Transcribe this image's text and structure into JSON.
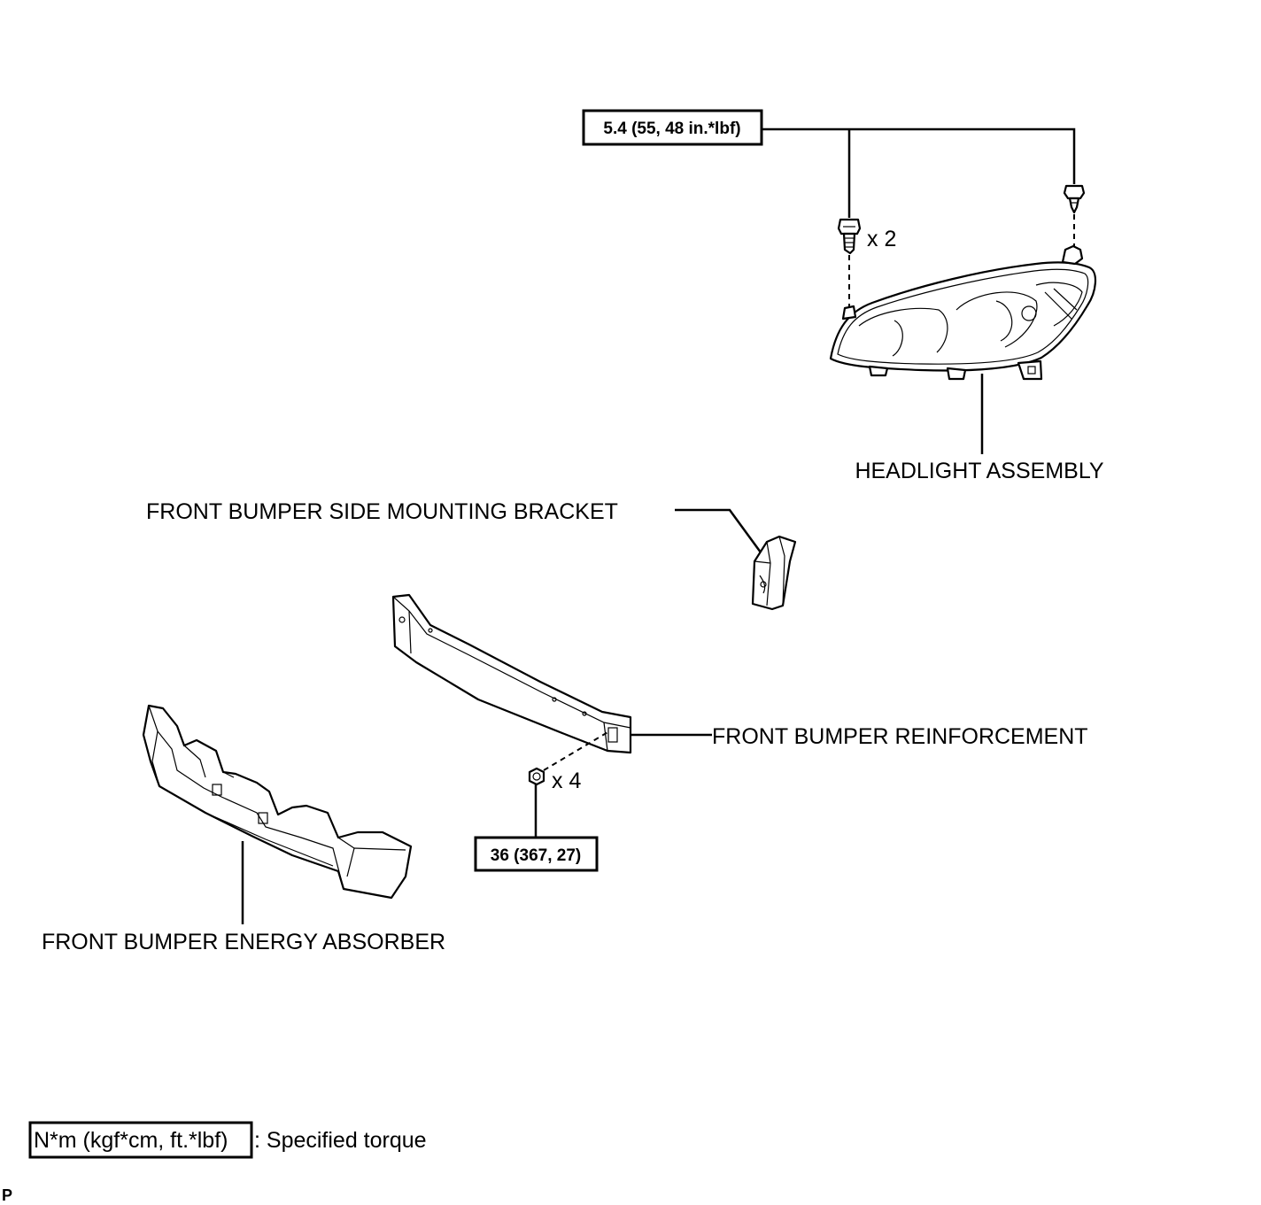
{
  "labels": {
    "headlight_assembly": "HEADLIGHT ASSEMBLY",
    "side_mounting_bracket": "FRONT BUMPER SIDE MOUNTING BRACKET",
    "bumper_reinforcement": "FRONT BUMPER REINFORCEMENT",
    "energy_absorber": "FRONT BUMPER ENERGY ABSORBER"
  },
  "torque_specs": {
    "headlight_bolts": "5.4 (55, 48 in.*lbf)",
    "reinforcement_nuts": "36 (367, 27)"
  },
  "quantities": {
    "headlight_bolts": "x 2",
    "reinforcement_nuts": "x 4"
  },
  "legend": {
    "unit_box": "N*m (kgf*cm, ft.*lbf)",
    "description": ": Specified torque"
  },
  "corner_mark": "P"
}
